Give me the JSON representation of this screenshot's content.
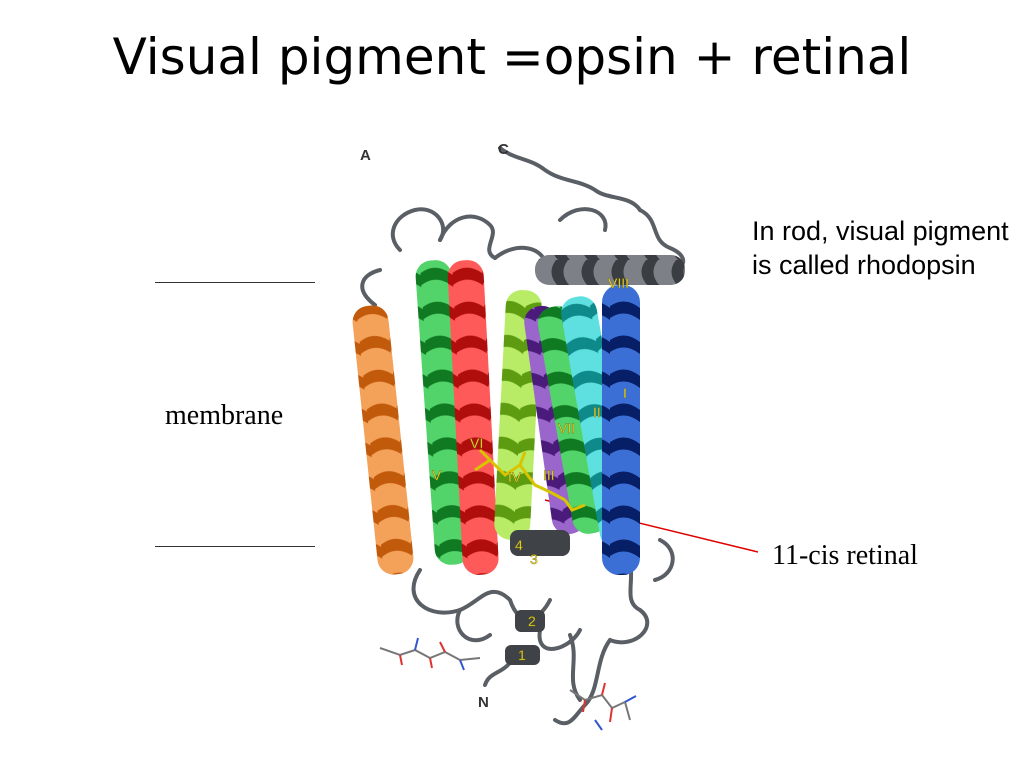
{
  "slide": {
    "title": "Visual pigment =opsin + retinal",
    "side_note": "In rod, visual pigment is called rhodopsin",
    "membrane_label": "membrane",
    "retinal_label": "11-cis retinal"
  },
  "figure": {
    "panel_label": "A",
    "c_terminus": "C",
    "n_terminus": "N",
    "helix_labels": [
      "I",
      "II",
      "III",
      "IV",
      "V",
      "VI",
      "VII",
      "VIII"
    ],
    "loop_labels": [
      "1",
      "2",
      "3",
      "4"
    ],
    "colors": {
      "helix_I": "#0b3a9e",
      "helix_II": "#1bb5b5",
      "helix_III": "#8fd12a",
      "helix_IV": "#6a2fa0",
      "helix_V": "#e87722",
      "helix_VI": "#e01f1f",
      "helix_VII": "#1aa830",
      "helix_VIII": "#4d4d4d",
      "loops": "#5a5f66",
      "retinal": "#d9c400",
      "pointer": "#e00000"
    }
  }
}
